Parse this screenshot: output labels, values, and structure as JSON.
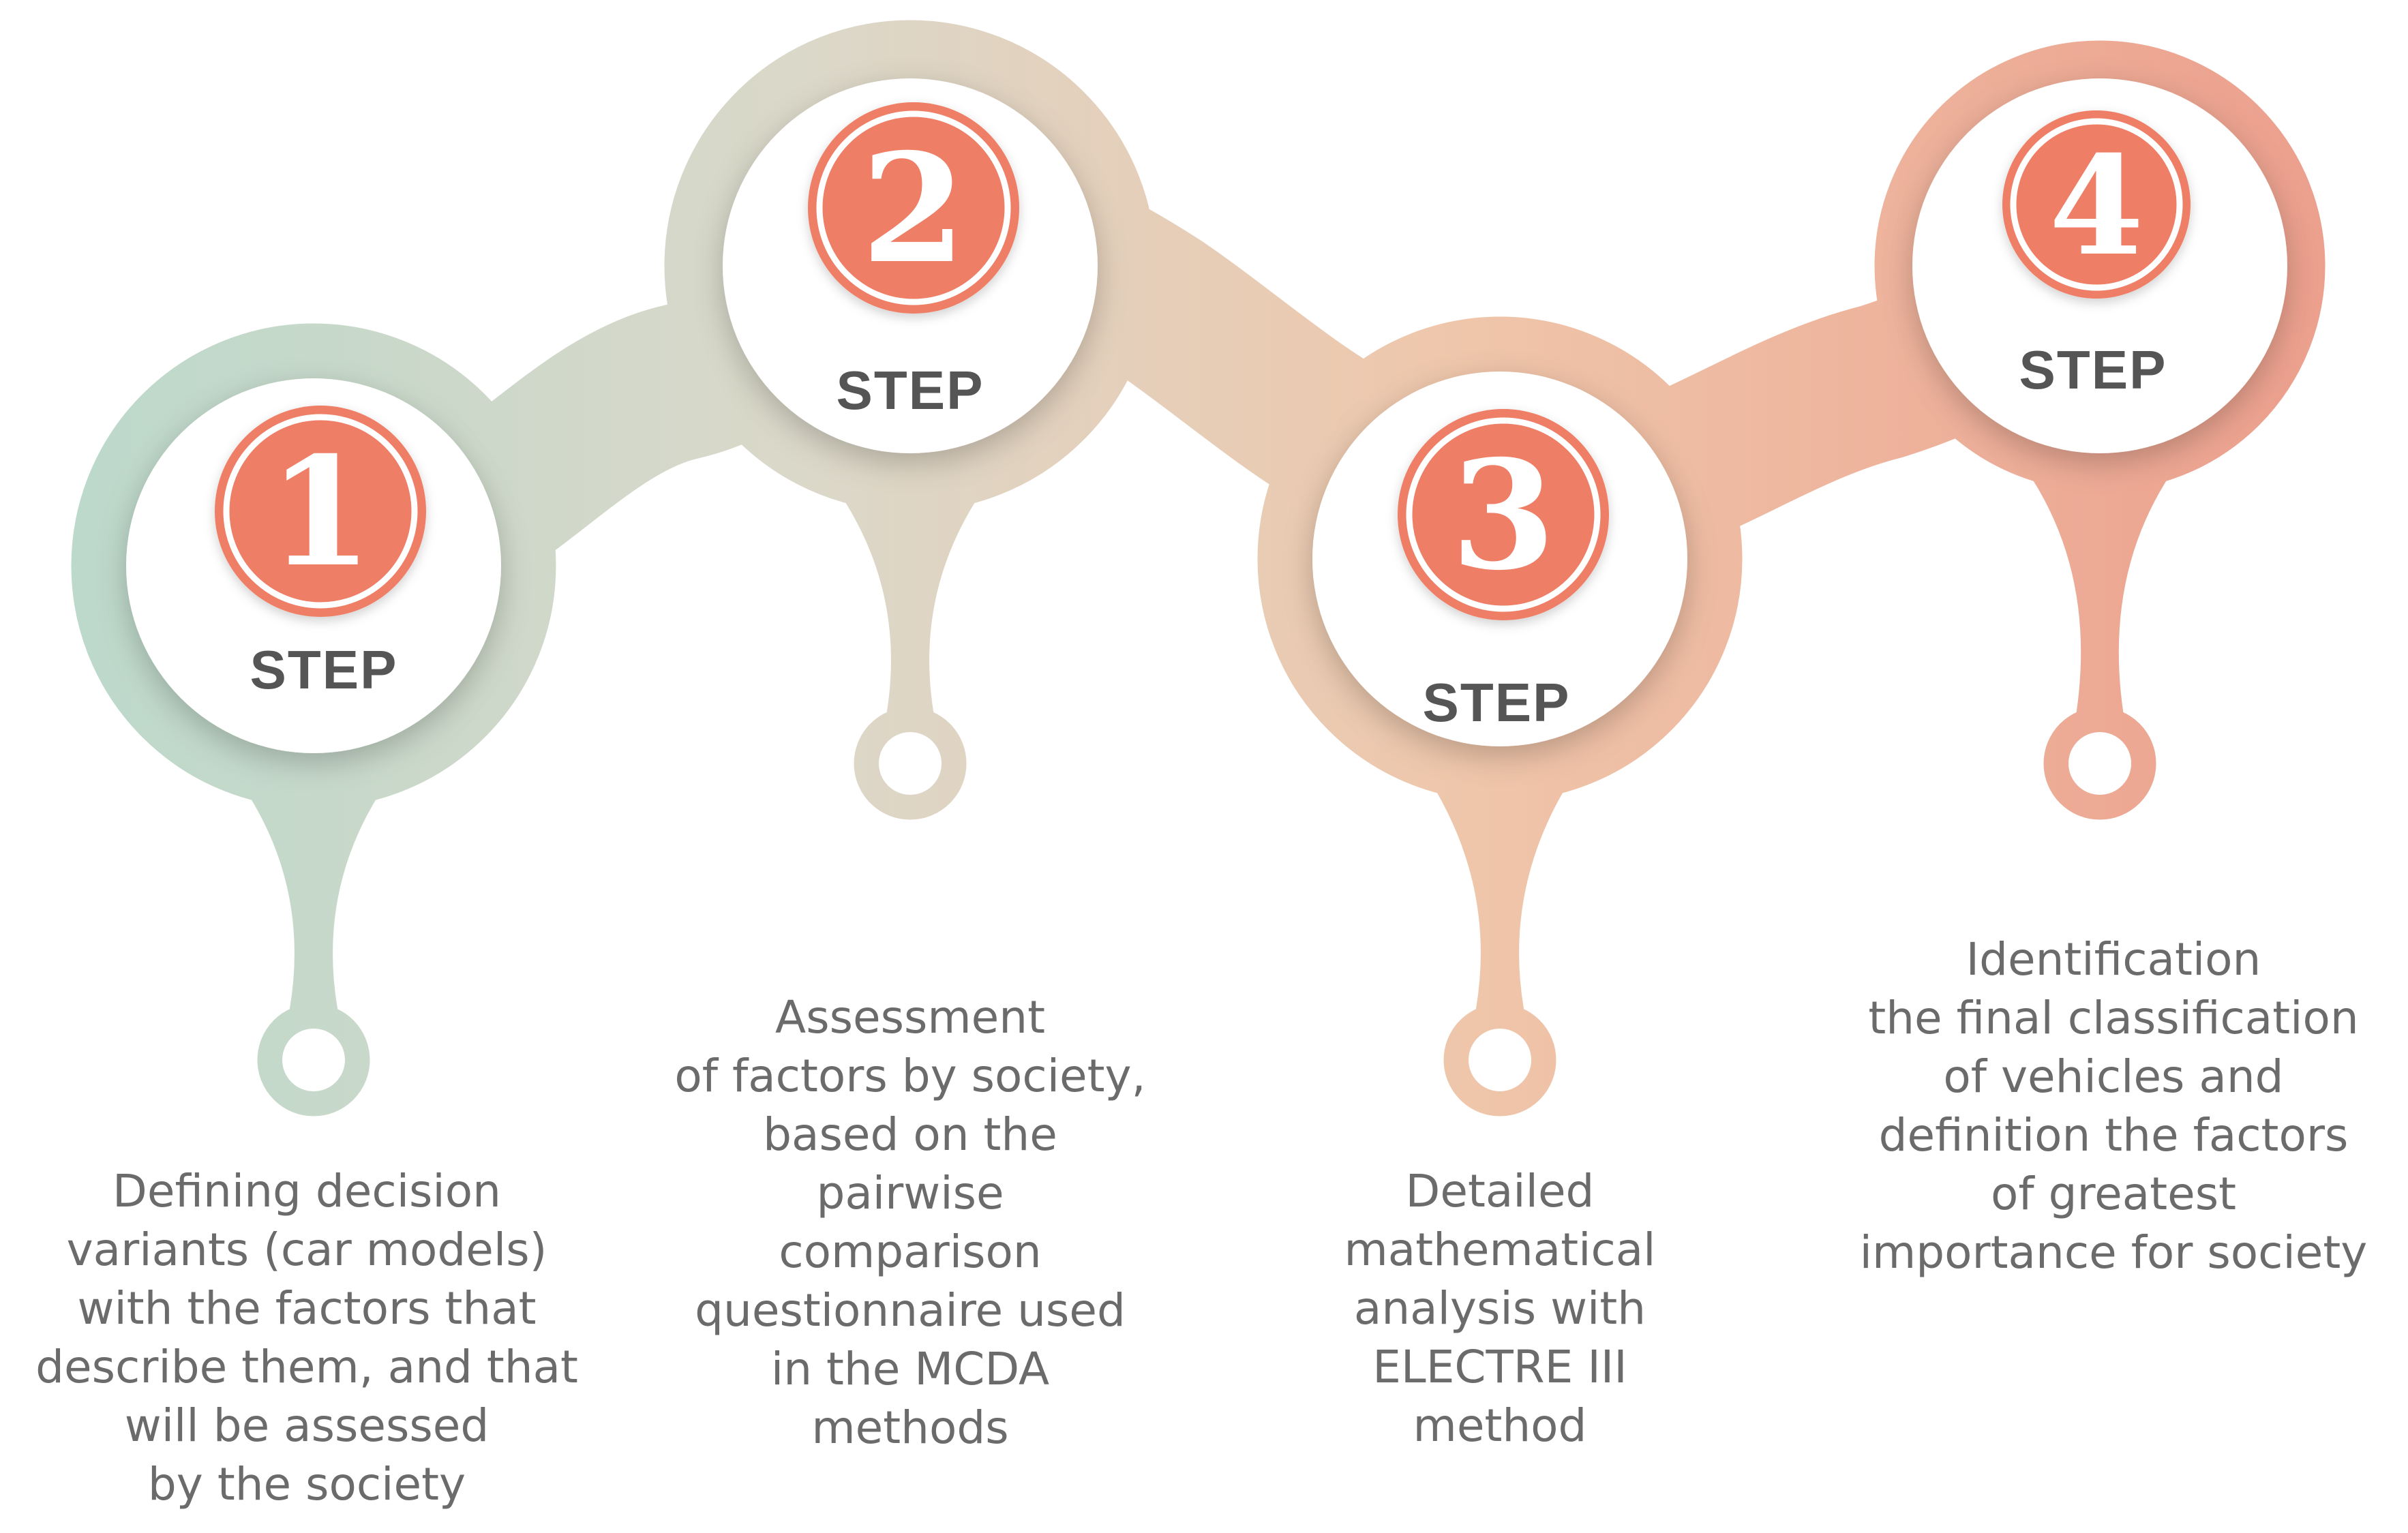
{
  "steps": [
    {
      "number": "1",
      "label": "STEP",
      "description": [
        "Defining decision",
        "variants (car models)",
        "with the factors that",
        "describe them, and that",
        "will be assessed",
        "by the society"
      ]
    },
    {
      "number": "2",
      "label": "STEP",
      "description": [
        "Assessment",
        "of factors by society,",
        "based on the",
        "pairwise",
        "comparison",
        "questionnaire used",
        "in the MCDA",
        "methods"
      ]
    },
    {
      "number": "3",
      "label": "STEP",
      "description": [
        "Detailed",
        "mathematical",
        "analysis with",
        "ELECTRE III",
        "method"
      ]
    },
    {
      "number": "4",
      "label": "STEP",
      "description": [
        "Identification",
        "the final classification",
        "of vehicles and",
        "definition the factors",
        "of greatest",
        "importance for society"
      ]
    }
  ],
  "colors": {
    "ribbon_start": "#bcd9cb",
    "ribbon_mid1": "#dbd8c9",
    "ribbon_mid2": "#efc6aa",
    "ribbon_end": "#ec9f8d",
    "badge": "#ef7e66",
    "step_text": "#555555",
    "description_text": "#6b6b6b"
  }
}
